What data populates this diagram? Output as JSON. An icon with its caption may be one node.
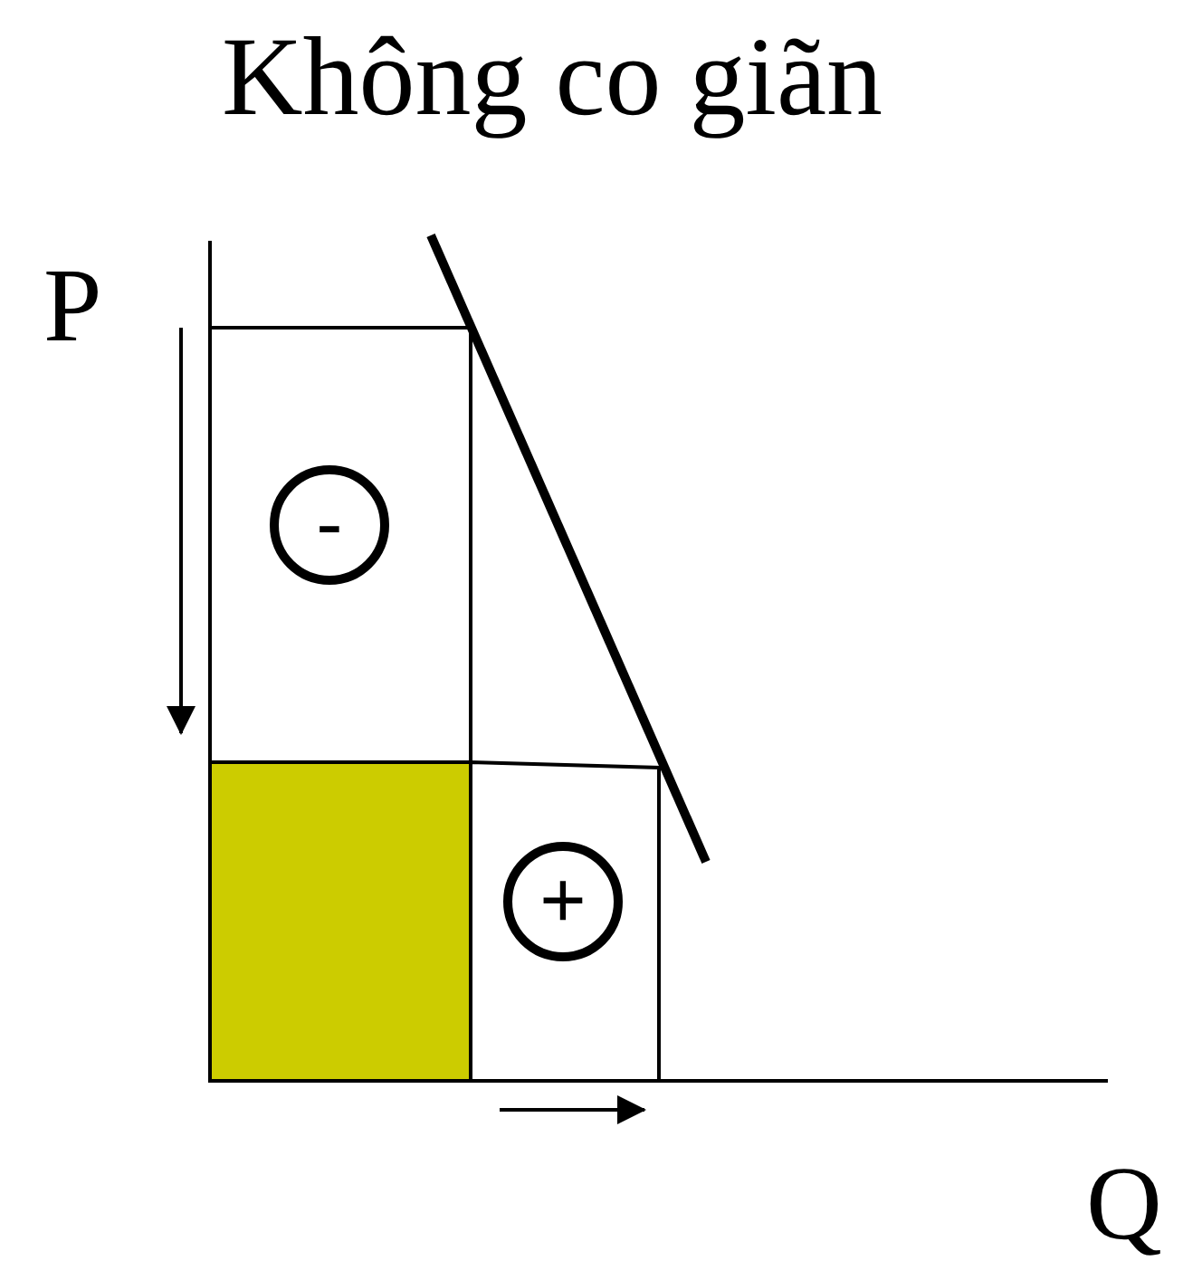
{
  "diagram": {
    "title": "Không co giãn",
    "nodes": [
      {
        "text": [
          "-"
        ]
      },
      {
        "text": [
          "+"
        ]
      }
    ],
    "labels": [
      "P",
      "Q"
    ]
  }
}
